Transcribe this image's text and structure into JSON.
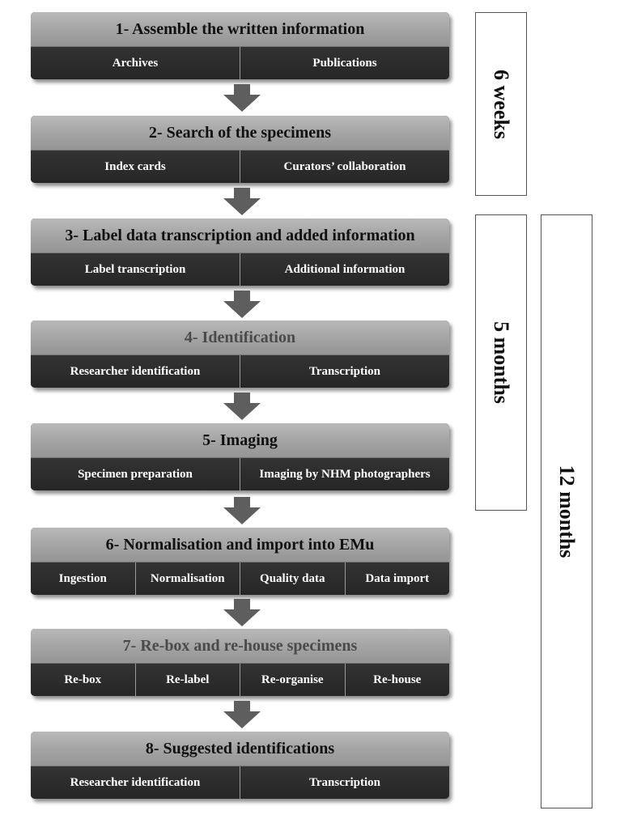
{
  "steps": [
    {
      "title": "1- Assemble the written information",
      "cells": [
        "Archives",
        "Publications"
      ]
    },
    {
      "title": "2- Search of the specimens",
      "cells": [
        "Index cards",
        "Curators’ collaboration"
      ]
    },
    {
      "title": "3- Label data transcription and added information",
      "cells": [
        "Label transcription",
        "Additional information"
      ]
    },
    {
      "title": "4- Identification",
      "cells": [
        "Researcher identification",
        "Transcription"
      ]
    },
    {
      "title": "5- Imaging",
      "cells": [
        "Specimen preparation",
        "Imaging by NHM photographers"
      ]
    },
    {
      "title": "6- Normalisation and import into EMu",
      "cells": [
        "Ingestion",
        "Normalisation",
        "Quality data",
        "Data import"
      ]
    },
    {
      "title": "7- Re-box and re-house specimens",
      "cells": [
        "Re-box",
        "Re-label",
        "Re-organise",
        "Re-house"
      ]
    },
    {
      "title": "8- Suggested identifications",
      "cells": [
        "Researcher identification",
        "Transcription"
      ]
    }
  ],
  "periods": {
    "six_weeks": "6 weeks",
    "five_months": "5 months",
    "twelve_months": "12 months"
  },
  "colors": {
    "header_fill": "#a6a6a6",
    "cell_fill": "#2b2b2b",
    "arrow_fill": "#5e5e5e"
  }
}
